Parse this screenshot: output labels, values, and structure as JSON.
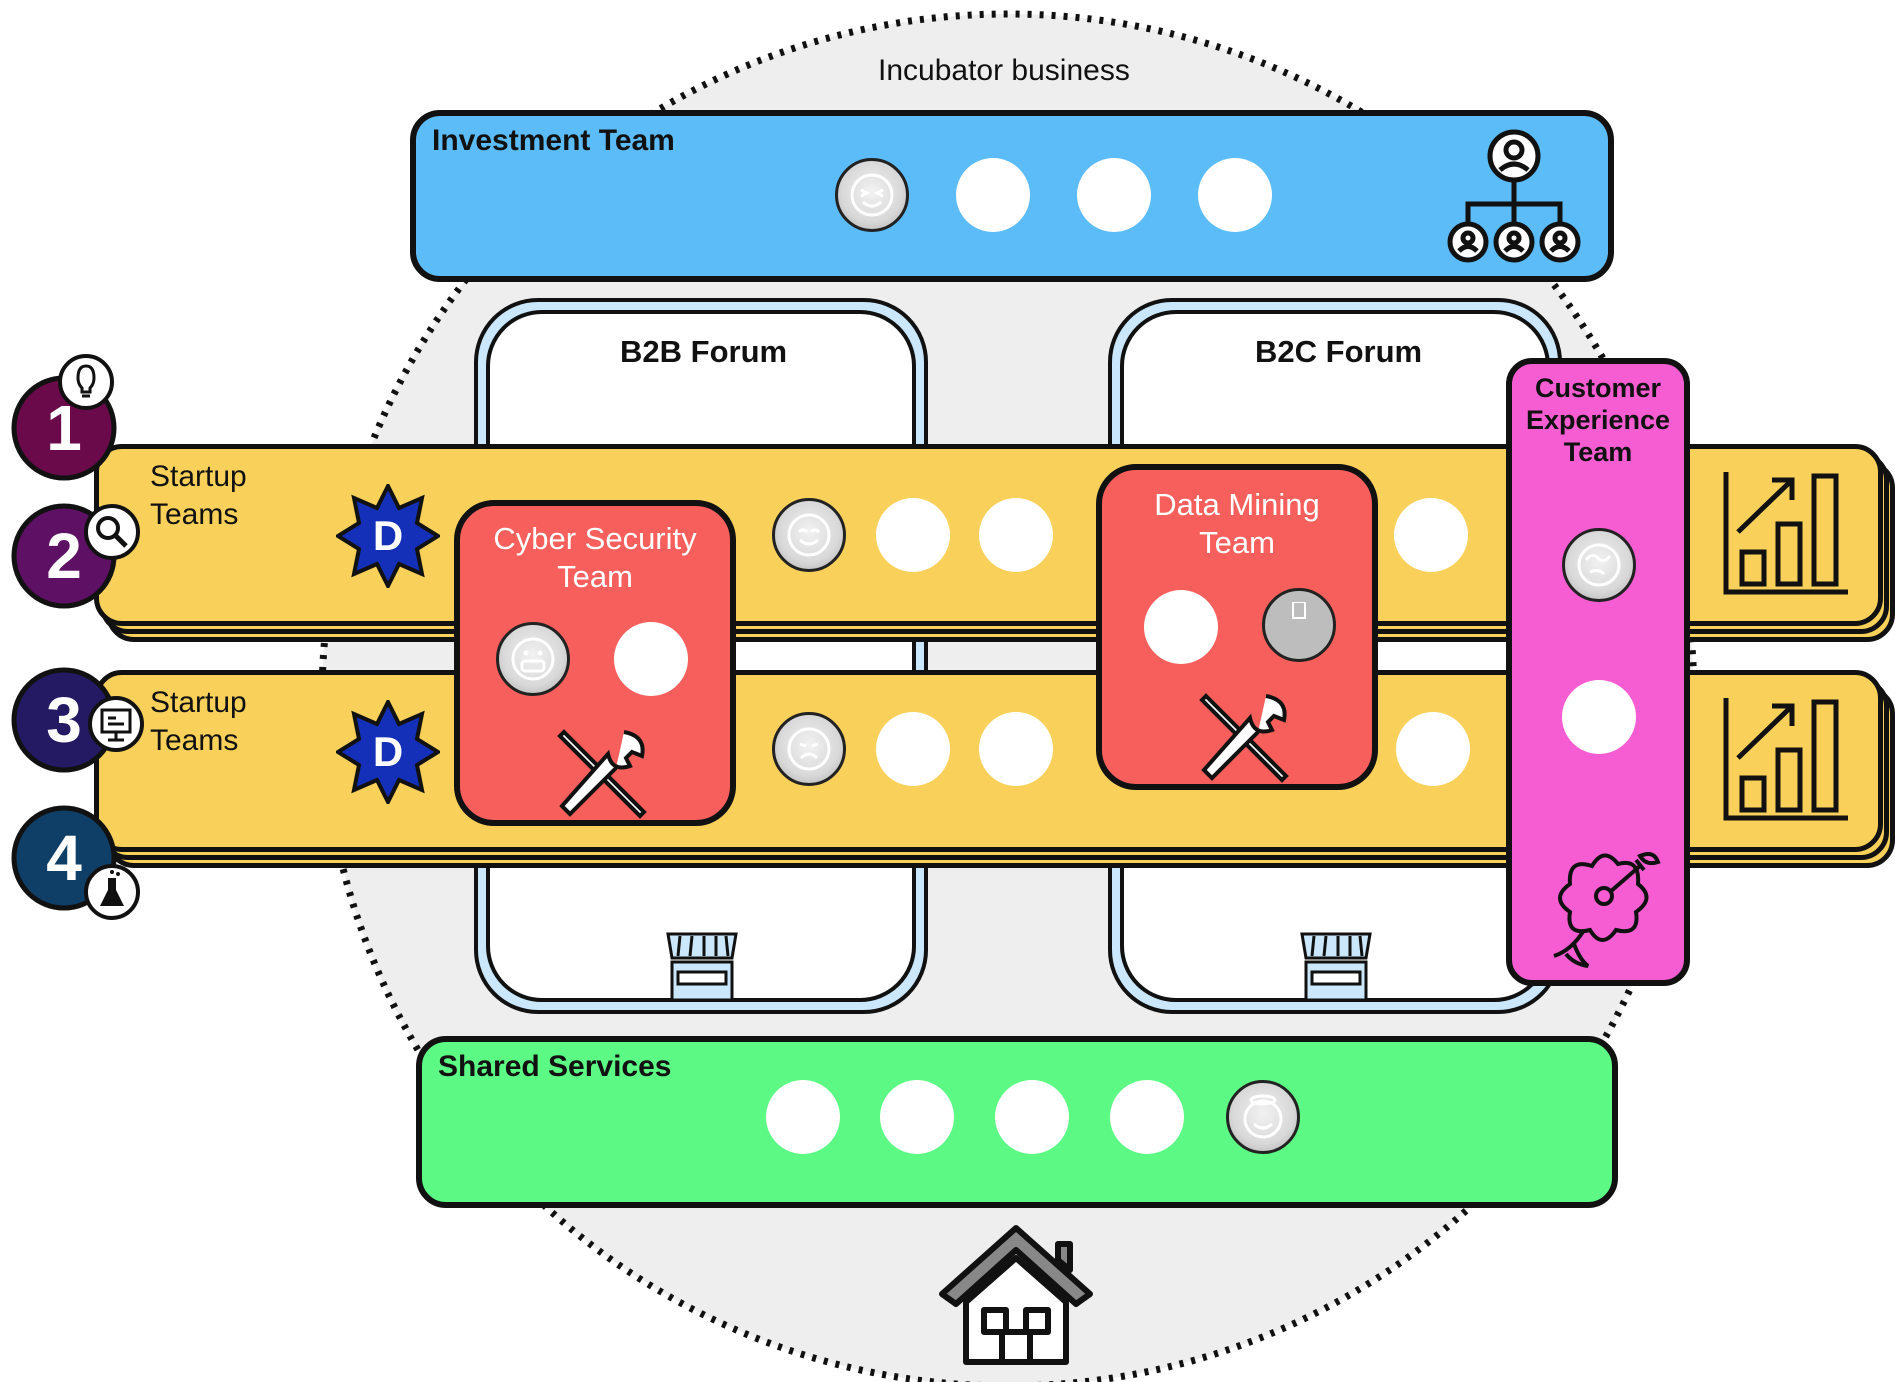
{
  "title": "Incubator business",
  "investment_team": {
    "label": "Investment Team"
  },
  "b2b_forum": {
    "label": "B2B Forum"
  },
  "b2c_forum": {
    "label": "B2C Forum"
  },
  "startup_teams": [
    {
      "label_line1": "Startup",
      "label_line2": "Teams",
      "badge": "D"
    },
    {
      "label_line1": "Startup",
      "label_line2": "Teams",
      "badge": "D"
    }
  ],
  "cyber_security_team": {
    "label_line1": "Cyber Security",
    "label_line2": "Team"
  },
  "data_mining_team": {
    "label_line1": "Data Mining",
    "label_line2": "Team"
  },
  "customer_experience_team": {
    "label_line1": "Customer",
    "label_line2": "Experience",
    "label_line3": "Team"
  },
  "shared_services": {
    "label": "Shared Services"
  },
  "steps": [
    {
      "number": "1",
      "icon": "lightbulb-icon"
    },
    {
      "number": "2",
      "icon": "magnifier-icon"
    },
    {
      "number": "3",
      "icon": "presentation-icon"
    },
    {
      "number": "4",
      "icon": "flask-icon"
    }
  ],
  "colors": {
    "investment": "#5bbcf8",
    "startup": "#f9d15a",
    "cyber": "#f75f5c",
    "customer": "#f75dd3",
    "shared": "#5cf984",
    "forum_border": "#cbe7fb",
    "step1": "#6b0a4a",
    "step2": "#5e1064",
    "step3": "#241a63",
    "step4": "#0f3f66",
    "badge": "#1530b8"
  }
}
